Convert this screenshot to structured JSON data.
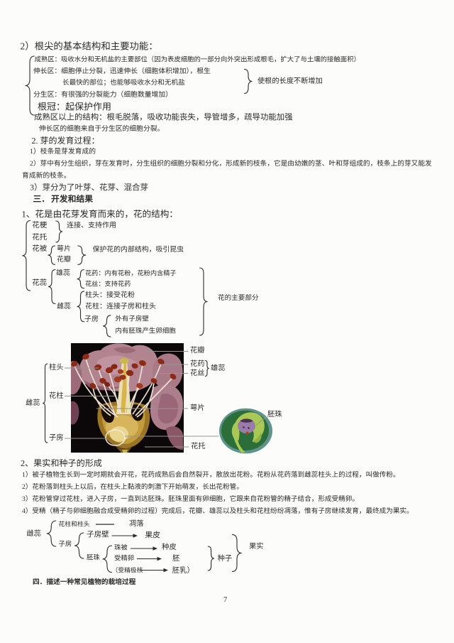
{
  "page": {
    "number": "7"
  },
  "root_section": {
    "heading": "2）根尖的基本结构和主要功能：",
    "mature": "成熟区：吸收水分和无机盐的主要部位（因为表皮细胞的一部分向外突出形成根毛，扩大了与土壤的接触面积）",
    "elongation": "伸长区：细胞停止分裂，迅速伸长（细胞体积增加），根生",
    "elongation2": "长最快的部位；也能够吸收水分和无机盐",
    "meristem": "分生区：有很强的分裂能力（细胞数量增加）",
    "rootcap": "根冠：起保护作用",
    "above_mature": "成熟区以上的结构：根毛脱落，吸收功能丧失，导管增多，疏导功能加强",
    "origin": "伸长区的细胞来自于分生区的细胞分裂。",
    "brace_note": "使根的长度不断增加"
  },
  "bud_section": {
    "heading": "2. 芽的发育过程：",
    "p1": "1）枝条是芽发育成的",
    "p2": "2）芽中有分生组织，芽在发育时，分生组织的细胞分裂和分化，形成新的枝条，它是由幼嫩的茎、叶和芽组成的，枝条上的芽又能发",
    "p2b": "育成新的枝条。",
    "p3": "3）芽分为了叶芽、花芽、混合芽"
  },
  "section3": {
    "num": "三．",
    "title": "开发和结果",
    "intro": "1、花是由花芽发育而来的，花的结构："
  },
  "flower_diagram": {
    "huageng": "花梗",
    "huatuo": "花托",
    "connect_note": "连接、支持作用",
    "huabei": "花被",
    "epian": "萼片",
    "huaban": "花瓣",
    "protect_note": "保护花的内部结构，吸引昆虫",
    "huarui": "花蕊",
    "xiongrui": "雄蕊",
    "huayao": "花药：内有花粉，花粉内含精子",
    "huasi": "花丝：支持花药",
    "cirui": "雌蕊",
    "zhutou": "柱头：接受花粉",
    "huazhu": "花柱：连接子房和柱头",
    "zifang": "子房",
    "zifang_out": "外有子房壁",
    "zifang_in": "内有胚珠产生卵细胞",
    "main_note": "花的主要部分"
  },
  "photo_labels": {
    "left_group": "雌蕊",
    "zhutou": "柱头",
    "huazhu": "花柱",
    "zifang": "子房",
    "huaban": "花瓣",
    "huayao": "花药",
    "huasi": "花丝",
    "right_group": "雄蕊",
    "epian": "萼片",
    "huatuo": "花托",
    "peizhu": "胚珠"
  },
  "fruit_section": {
    "heading": "2、果实和种子的形成",
    "p1": "1）被子植物生长到一定时期就会开花，花药成熟后会自然裂开，散放出花粉。花粉从花药落到雌蕊柱头上的过程，叫做传粉。",
    "p2": "2）花粉落到柱头上以后，在柱头上黏液的刺激下开始萌发，长出花粉管。",
    "p3": "3）花粉管穿过花柱，进入子房，一直到达胚珠。胚珠里面有卵细胞，它跟来自花粉管的精子结合，形成受精卵。",
    "p4": "4）受精（精子与卵细胞融合成受精卵的过程）完成后，花瓣、雄蕊以及柱头和花柱纷纷凋落，惟有子房继续发育，最终成为果实。"
  },
  "fruit_diagram": {
    "cirui": "雌蕊",
    "huazhu_zhutou": "花柱和柱头",
    "diaoluo": "凋落",
    "zifang": "子房",
    "zifangbi": "子房壁",
    "guopi": "果皮",
    "peizhu": "胚珠",
    "zhubei": "珠被",
    "zhongpi": "种皮",
    "shoujingluan": "受精卵",
    "pei": "胚",
    "shoujingjihe": "（受精极核",
    "peiru": "胚乳）",
    "zhongzi": "种子",
    "guoshi": "果实"
  },
  "section4": {
    "full": "四．描述一种常见植物的栽培过程"
  },
  "illustration": {
    "photo_background": "#0c0709",
    "petal_pink": "#b28490",
    "anther_red": "#8c2a16",
    "filament_white": "#e9e1d2",
    "ovary_gold": "#c39c3e",
    "inset_ring_teal": "#5e948b",
    "inset_green": "#2c6e3a",
    "inset_embryo_green": "#a9c855",
    "inset_nucleus_purple": "#9a7cab",
    "text_color": "#2b2b2b",
    "callout_gray": "#98948e",
    "page_bg": "#fcfcfa"
  }
}
